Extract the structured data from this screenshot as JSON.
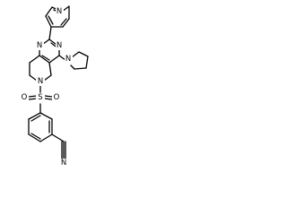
{
  "molecule": {
    "atom_labels": {
      "pyridine_n": "N",
      "pyrimidine_n_upper": "N",
      "pyrimidine_n_lower": "N",
      "pyrrolidine_n": "N",
      "ring_n": "N",
      "sulfur": "S",
      "oxygen_left": "O",
      "oxygen_right": "O",
      "nitrile_n": "N"
    }
  }
}
